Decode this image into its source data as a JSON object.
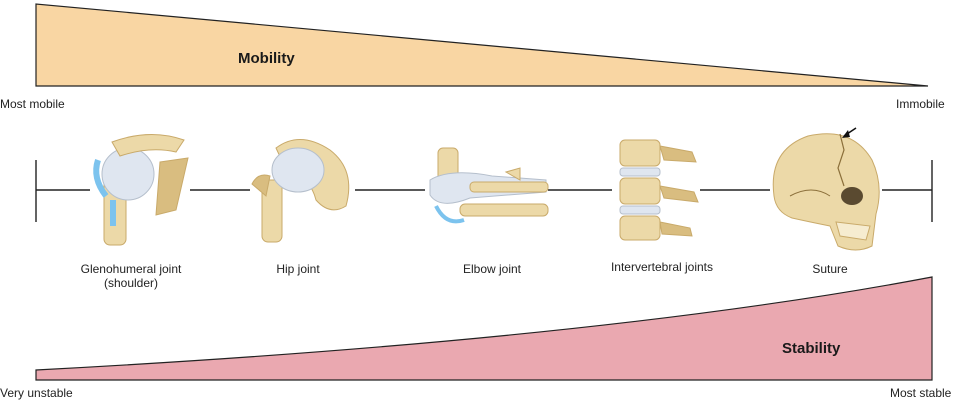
{
  "mobility": {
    "title": "Mobility",
    "left_label": "Most mobile",
    "right_label": "Immobile",
    "color": "#f9d6a3"
  },
  "stability": {
    "title": "Stability",
    "left_label": "Very unstable",
    "right_label": "Most stable",
    "color": "#eaa8b0"
  },
  "joints": [
    {
      "name": "Glenohumeral joint",
      "sub": "(shoulder)",
      "icon": "shoulder-joint-icon"
    },
    {
      "name": "Hip joint",
      "sub": "",
      "icon": "hip-joint-icon"
    },
    {
      "name": "Elbow joint",
      "sub": "",
      "icon": "elbow-joint-icon"
    },
    {
      "name": "Intervertebral joints",
      "sub": "",
      "icon": "vertebra-icon"
    },
    {
      "name": "Suture",
      "sub": "",
      "icon": "skull-icon"
    }
  ],
  "colors": {
    "bone": "#ecd9a8",
    "bone_shade": "#c9aa6a",
    "ligament": "#dfe6f0",
    "cartilage": "#7cc3ee"
  }
}
